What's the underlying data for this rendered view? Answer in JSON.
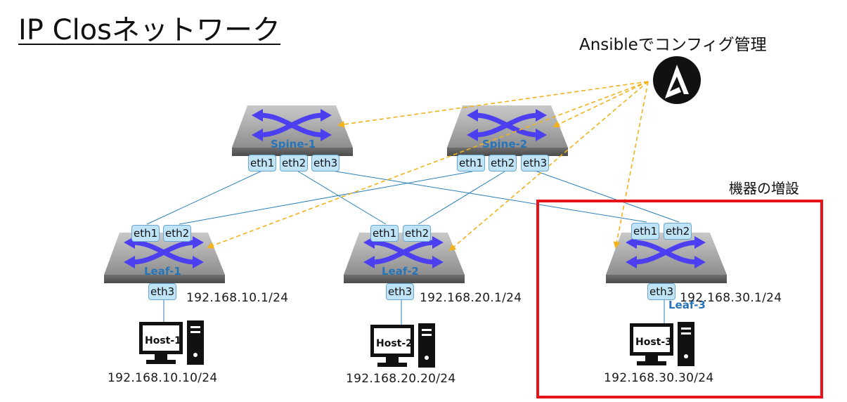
{
  "title": "IP Closネットワーク",
  "ansible": {
    "label": "Ansibleでコンフィグ管理",
    "icon": "ansible-logo-icon"
  },
  "expansion_label": "機器の増設",
  "spines": [
    {
      "name": "Spine-1",
      "ports": [
        "eth1",
        "eth2",
        "eth3"
      ]
    },
    {
      "name": "Spine-2",
      "ports": [
        "eth1",
        "eth2",
        "eth3"
      ]
    }
  ],
  "leaves": [
    {
      "name": "Leaf-1",
      "ports": [
        "eth1",
        "eth2",
        "eth3"
      ],
      "ip": "192.168.10.1/24"
    },
    {
      "name": "Leaf-2",
      "ports": [
        "eth1",
        "eth2",
        "eth3"
      ],
      "ip": "192.168.20.1/24"
    },
    {
      "name": "Leaf-3",
      "ports": [
        "eth1",
        "eth2",
        "eth3"
      ],
      "ip": "192.168.30.1/24"
    }
  ],
  "hosts": [
    {
      "name": "Host-1",
      "ip": "192.168.10.10/24"
    },
    {
      "name": "Host-2",
      "ip": "192.168.20.20/24"
    },
    {
      "name": "Host-3",
      "ip": "192.168.30.30/24"
    }
  ],
  "colors": {
    "link": "#2a7fb8",
    "ansible_arrow": "#f2b21b",
    "highlight_box": "#e8141b",
    "switch_arrow": "#4b3ff0",
    "port_fill": "#bfe3f7"
  }
}
